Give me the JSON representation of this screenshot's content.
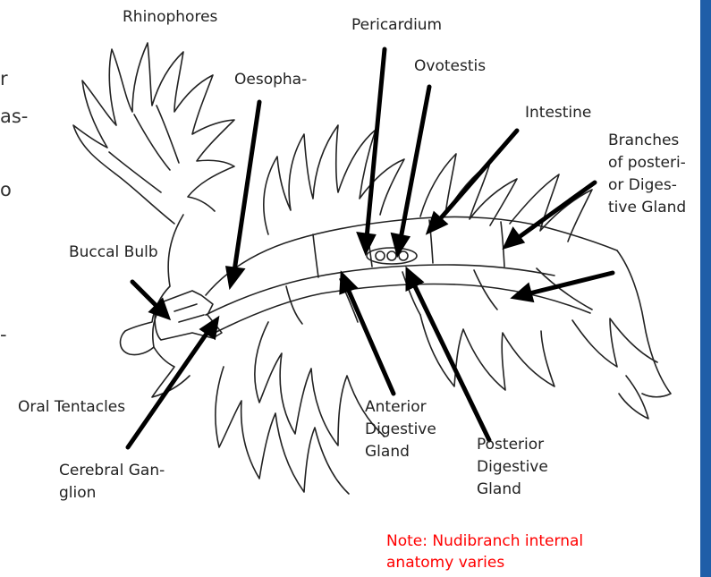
{
  "labels": {
    "rhinophores": "Rhinophores",
    "pericardium": "Pericardium",
    "ovotestis": "Ovotestis",
    "oesophagus": "Oesopha-",
    "intestine": "Intestine",
    "branches": [
      "Branches",
      "of posteri-",
      "or Diges-",
      "tive Gland"
    ],
    "buccal_bulb": "Buccal Bulb",
    "oral_tentacles": "Oral Tentacles",
    "anterior_dg": [
      "Anterior",
      "Digestive",
      "Gland"
    ],
    "posterior_dg": [
      "Posterior",
      "Digestive",
      "Gland"
    ],
    "cerebral_ganglion": [
      "Cerebral Gan-",
      "glion"
    ]
  },
  "cut_text": [
    "r",
    "as-",
    "o",
    "-"
  ],
  "note": {
    "lines": [
      "Note: Nudibranch internal",
      "anatomy varies"
    ],
    "color": "#ff0000"
  },
  "accent_bar_color": "#1f5ea8"
}
